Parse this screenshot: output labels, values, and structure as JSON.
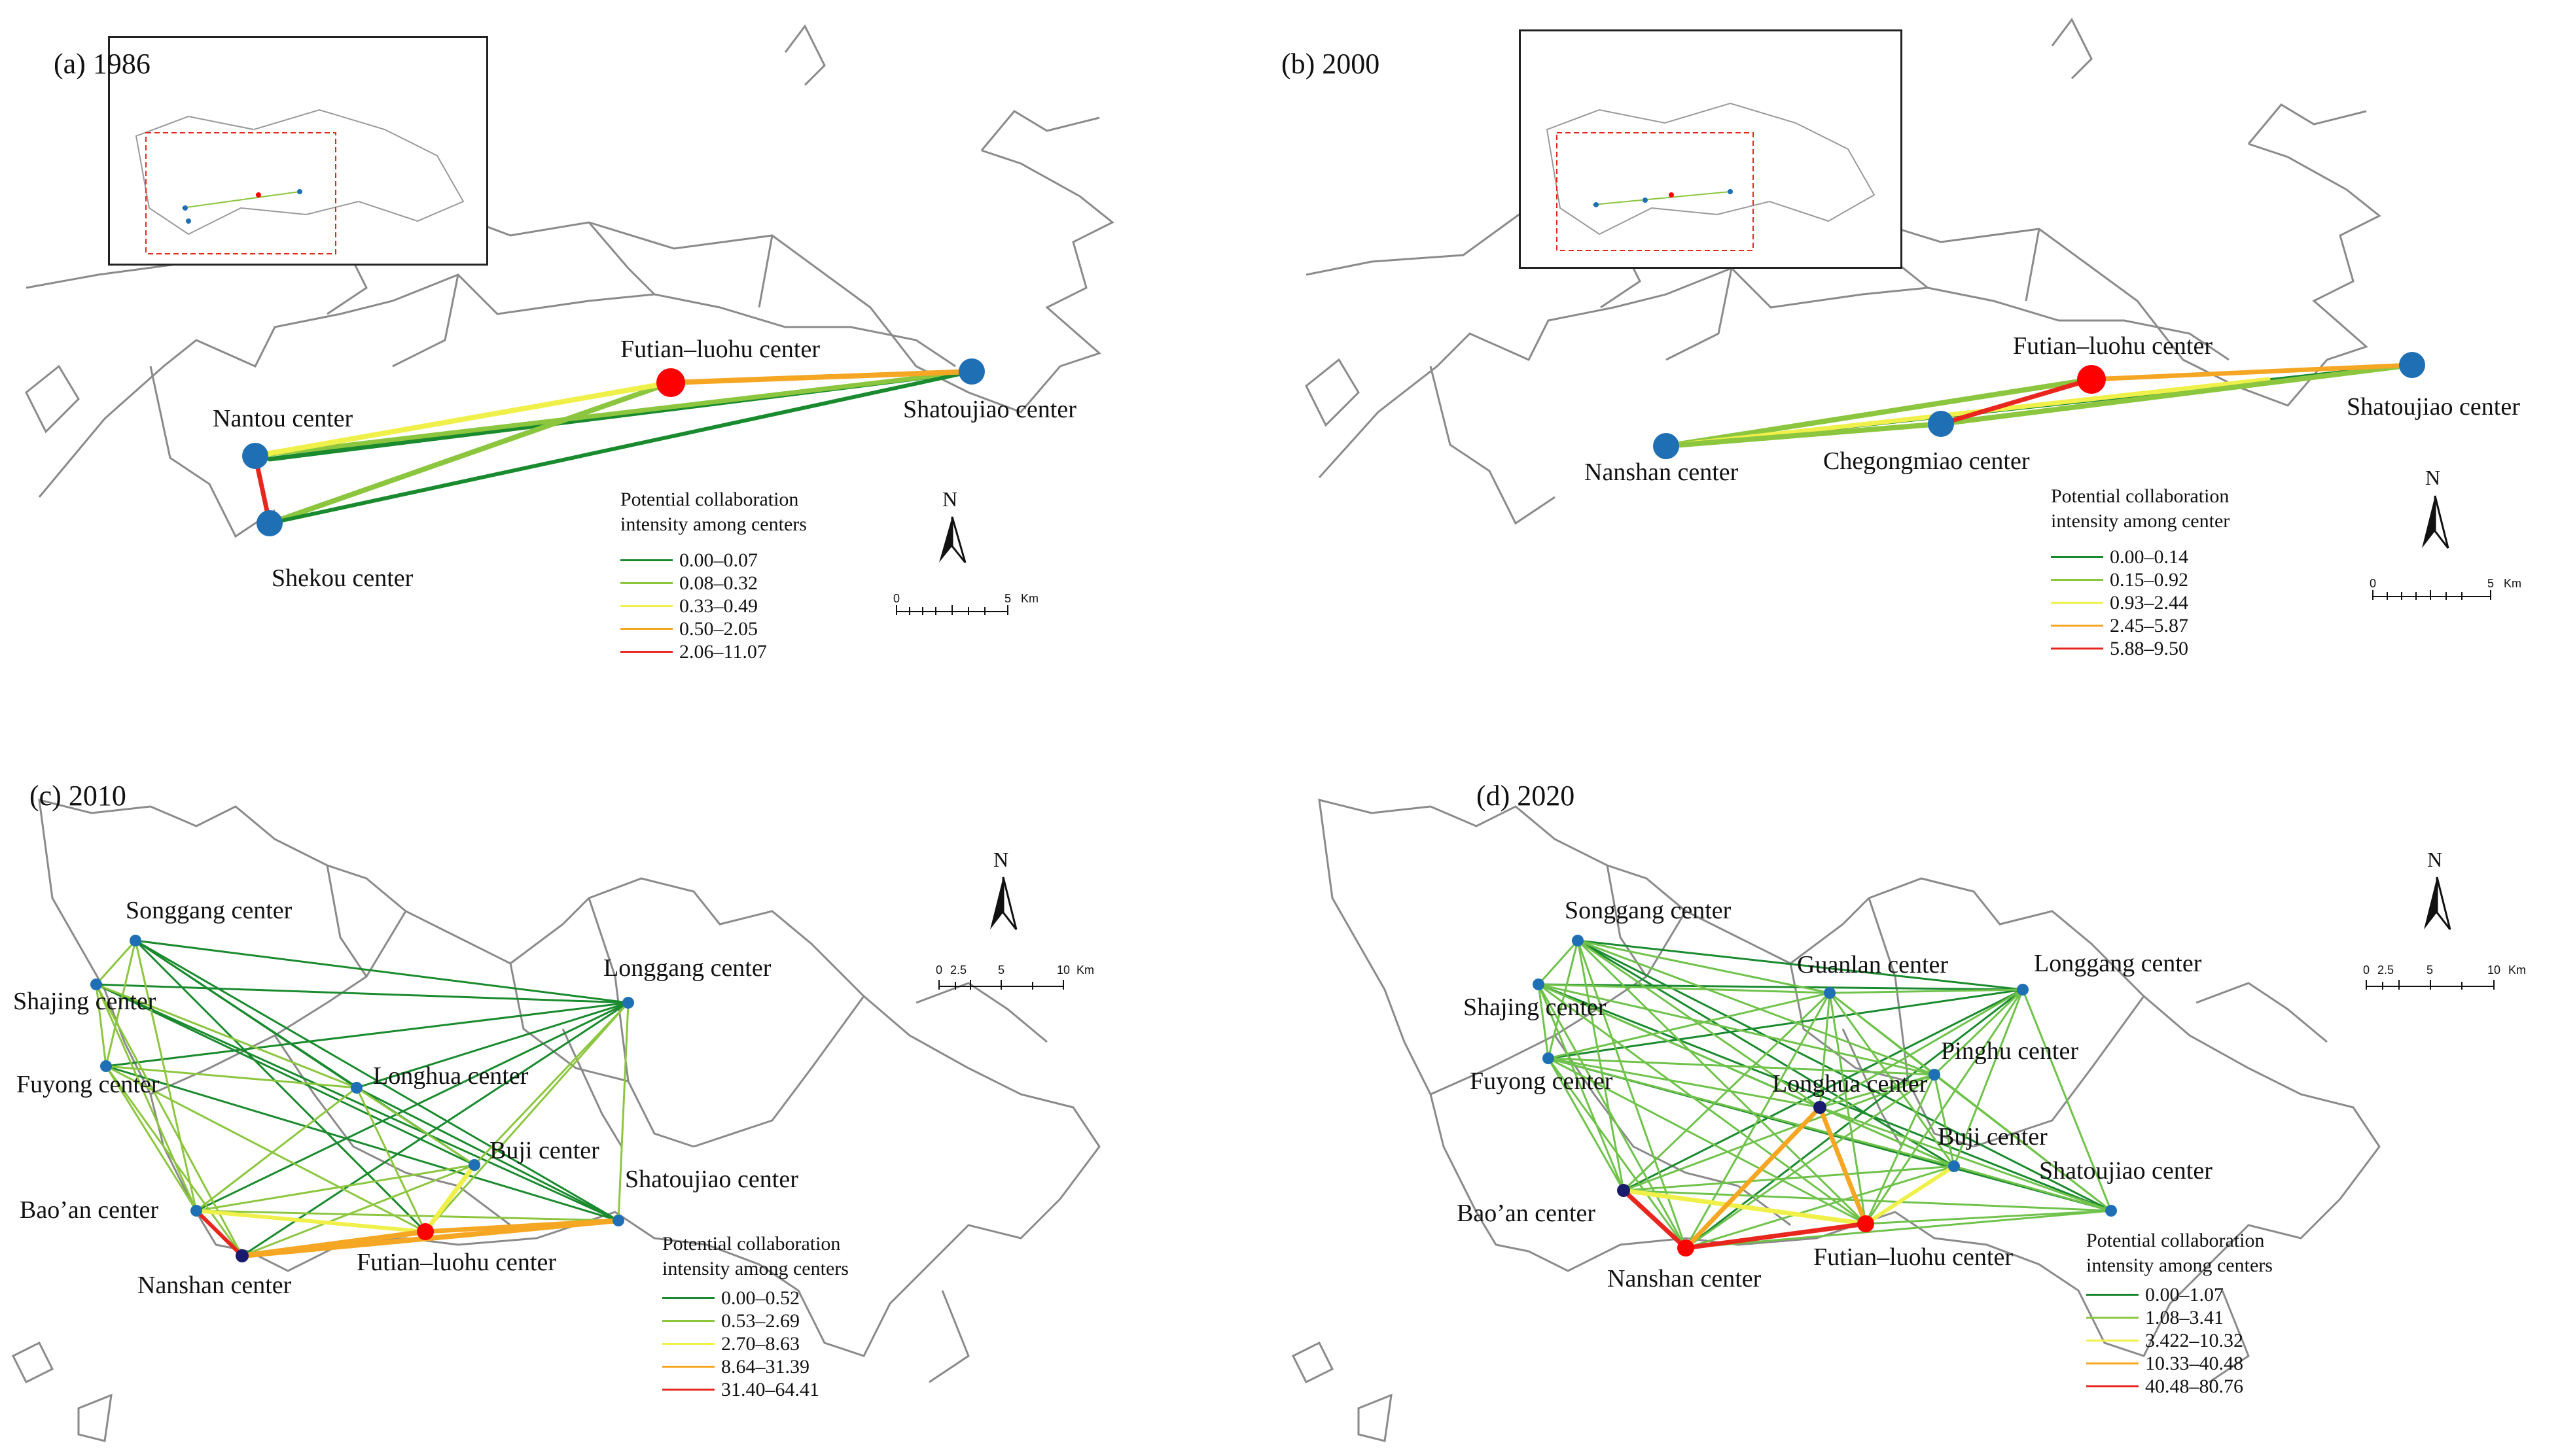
{
  "colors": {
    "class1": "#1a8a2e",
    "class2": "#8cc63f",
    "class3": "#f0f04a",
    "class4": "#f5a623",
    "class5": "#e8261d",
    "center_blue": "#1f6fb5",
    "center_red": "#ff0000",
    "center_navy": "#1a1a6e",
    "boundary": "#8a8a8a"
  },
  "panels": [
    {
      "title": "(a) 1986",
      "centers": [
        "Futian–luohu center",
        "Nantou center",
        "Shatoujiao center",
        "Shekou center"
      ],
      "legend": {
        "title_line1": "Potential collaboration",
        "title_line2": "intensity among centers",
        "classes": [
          "0.00–0.07",
          "0.08–0.32",
          "0.33–0.49",
          "0.50–2.05",
          "2.06–11.07"
        ]
      },
      "scale": {
        "ticks": [
          "0",
          "5"
        ],
        "unit": "Km"
      },
      "north": "N"
    },
    {
      "title": "(b) 2000",
      "centers": [
        "Futian–luohu center",
        "Nanshan center",
        "Chegongmiao center",
        "Shatoujiao center"
      ],
      "legend": {
        "title_line1": "Potential collaboration",
        "title_line2": "intensity among center",
        "classes": [
          "0.00–0.14",
          "0.15–0.92",
          "0.93–2.44",
          "2.45–5.87",
          "5.88–9.50"
        ]
      },
      "scale": {
        "ticks": [
          "0",
          "5"
        ],
        "unit": "Km"
      },
      "north": "N"
    },
    {
      "title": "(c) 2010",
      "centers": [
        "Songgang center",
        "Longgang center",
        "Shajing center",
        "Longhua center",
        "Fuyong center",
        "Buji center",
        "Shatoujiao center",
        "Bao’an center",
        "Futian–luohu center",
        "Nanshan center"
      ],
      "legend": {
        "title_line1": "Potential collaboration",
        "title_line2": "intensity among centers",
        "classes": [
          "0.00–0.52",
          "0.53–2.69",
          "2.70–8.63",
          "8.64–31.39",
          "31.40–64.41"
        ]
      },
      "scale": {
        "ticks": [
          "0",
          "2.5",
          "5",
          "10"
        ],
        "unit": "Km"
      },
      "north": "N"
    },
    {
      "title": "(d) 2020",
      "centers": [
        "Songgang center",
        "Guanlan center",
        "Longgang center",
        "Shajing center",
        "Pinghu center",
        "Fuyong center",
        "Longhua center",
        "Buji center",
        "Shatoujiao center",
        "Bao’an center",
        "Futian–luohu center",
        "Nanshan center"
      ],
      "legend": {
        "title_line1": "Potential collaboration",
        "title_line2": "intensity among centers",
        "classes": [
          "0.00–1.07",
          "1.08–3.41",
          "3.422–10.32",
          "10.33–40.48",
          "40.48–80.76"
        ]
      },
      "scale": {
        "ticks": [
          "0",
          "2.5",
          "5",
          "10"
        ],
        "unit": "Km"
      },
      "north": "N"
    }
  ]
}
